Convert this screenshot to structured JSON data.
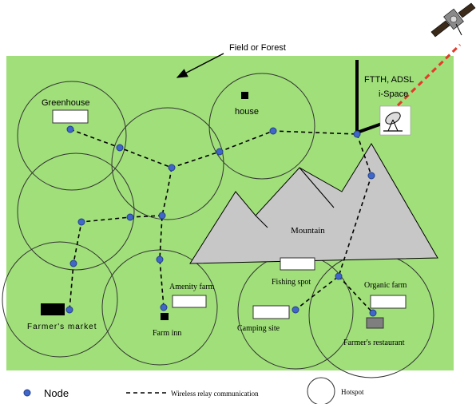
{
  "labels": {
    "field": "Field or Forest",
    "greenhouse": "Greenhouse",
    "house": "house",
    "ftth": "FTTH, ADSL",
    "ispace": "i-Space",
    "mountain": "Mountain",
    "amenity_farm": "Amenity farm",
    "fishing_spot": "Fishing spot",
    "organic_farm": "Organic farm",
    "farmers_market": "Farmer's market",
    "farm_inn": "Farm inn",
    "camping_site": "Camping site",
    "farmers_restaurant": "Farmer's restaurant"
  },
  "legend": {
    "node": "Node",
    "relay": "Wireless relay communication",
    "hotspot": "Hotspot"
  },
  "colors": {
    "field": "#a0df7a",
    "node": "#3f66c8",
    "node_outline": "#24408a",
    "mountain": "#c7c7c7",
    "satellite_link": "#e23b2a",
    "hotspot": "#333333"
  }
}
